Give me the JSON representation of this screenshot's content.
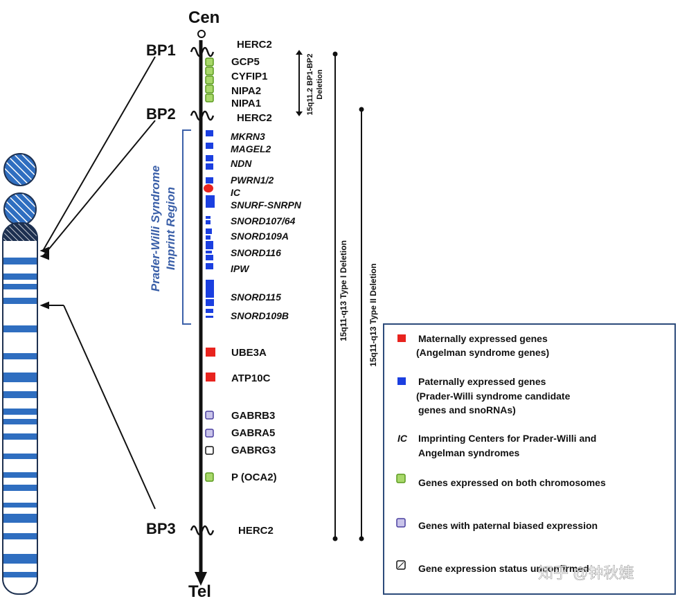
{
  "centromere_label": "Cen",
  "telomere_label": "Tel",
  "breakpoints": [
    "BP1",
    "BP2",
    "BP3"
  ],
  "herc2": [
    "HERC2",
    "HERC2",
    "HERC2"
  ],
  "genes_both": [
    "GCP5",
    "CYFIP1",
    "NIPA2",
    "NIPA1"
  ],
  "imprint_genes": [
    "MKRN3",
    "MAGEL2",
    "NDN",
    "PWRN1/2",
    "IC",
    "SNURF-SNRPN",
    "SNORD107/64",
    "SNORD109A",
    "SNORD116",
    "IPW",
    "SNORD115",
    "SNORD109B"
  ],
  "maternal_genes": [
    "UBE3A",
    "ATP10C"
  ],
  "biased_genes": [
    "GABRB3",
    "GABRA5"
  ],
  "unknown_genes": [
    "GABRG3"
  ],
  "other_both": [
    "P (OCA2)"
  ],
  "region_label": [
    "Prader-Willi Syndrome",
    "Imprint   Region"
  ],
  "deletions": {
    "bp1bp2": [
      "15q11.2 BP1-BP2",
      "Deletion"
    ],
    "type1": "15q11-q13  Type I Deletion",
    "type2": "15q11-q13 Type II Deletion"
  },
  "legend": {
    "maternal": [
      "Maternally expressed genes",
      "(Angelman syndrome genes)"
    ],
    "paternal": [
      "Paternally expressed genes",
      "(Prader-Willi syndrome candidate",
      " genes and snoRNAs)"
    ],
    "ic_symbol": "IC",
    "ic": [
      "Imprinting Centers for Prader-Willi and",
      "Angelman syndromes"
    ],
    "both": "Genes expressed on both chromosomes",
    "paternal_biased": "Genes with paternal biased expression",
    "unknown": "Gene expression status unconfirmed"
  },
  "watermark": "知乎 @钟秋婕",
  "colors": {
    "maternal": "#e8231e",
    "paternal": "#1b3fe0",
    "both_fill": "#a8d86a",
    "both_stroke": "#5a9a1e",
    "biased_fill": "#c9c4ea",
    "biased_stroke": "#4a3fa0",
    "chromosome_band": "#2f6ec0",
    "region_text": "#3a5fa8"
  }
}
